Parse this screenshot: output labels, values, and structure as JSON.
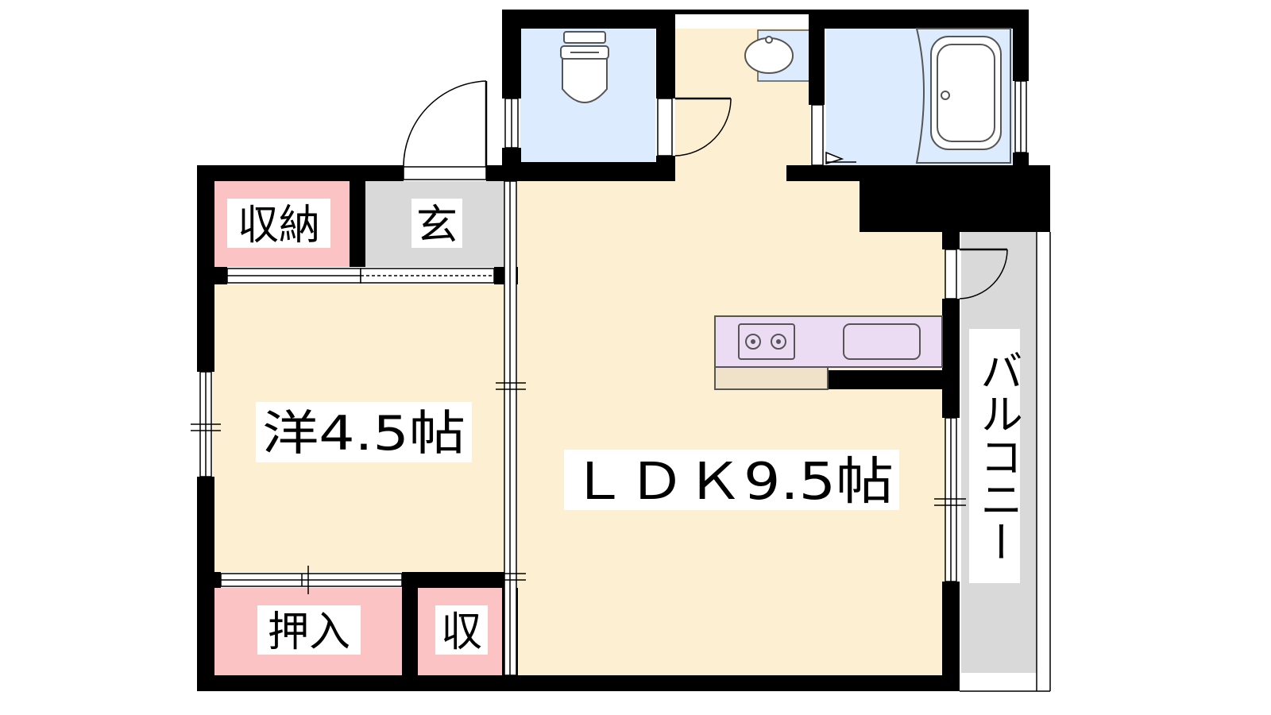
{
  "rooms": {
    "storage_top": "収納",
    "entrance": "玄",
    "western_room": "洋4.5帖",
    "ldk": "ＬＤＫ9.5帖",
    "closet": "押入",
    "storage_small": "収",
    "balcony": "バルコニー"
  },
  "colors": {
    "room_floor": "#fdf0d2",
    "wet_area": "#dcebfd",
    "storage": "#fbc3c3",
    "entrance_floor": "#d9d9d9",
    "balcony_floor": "#d9d9d9",
    "kitchen_counter": "#ebdcf3",
    "wall": "#000000"
  }
}
